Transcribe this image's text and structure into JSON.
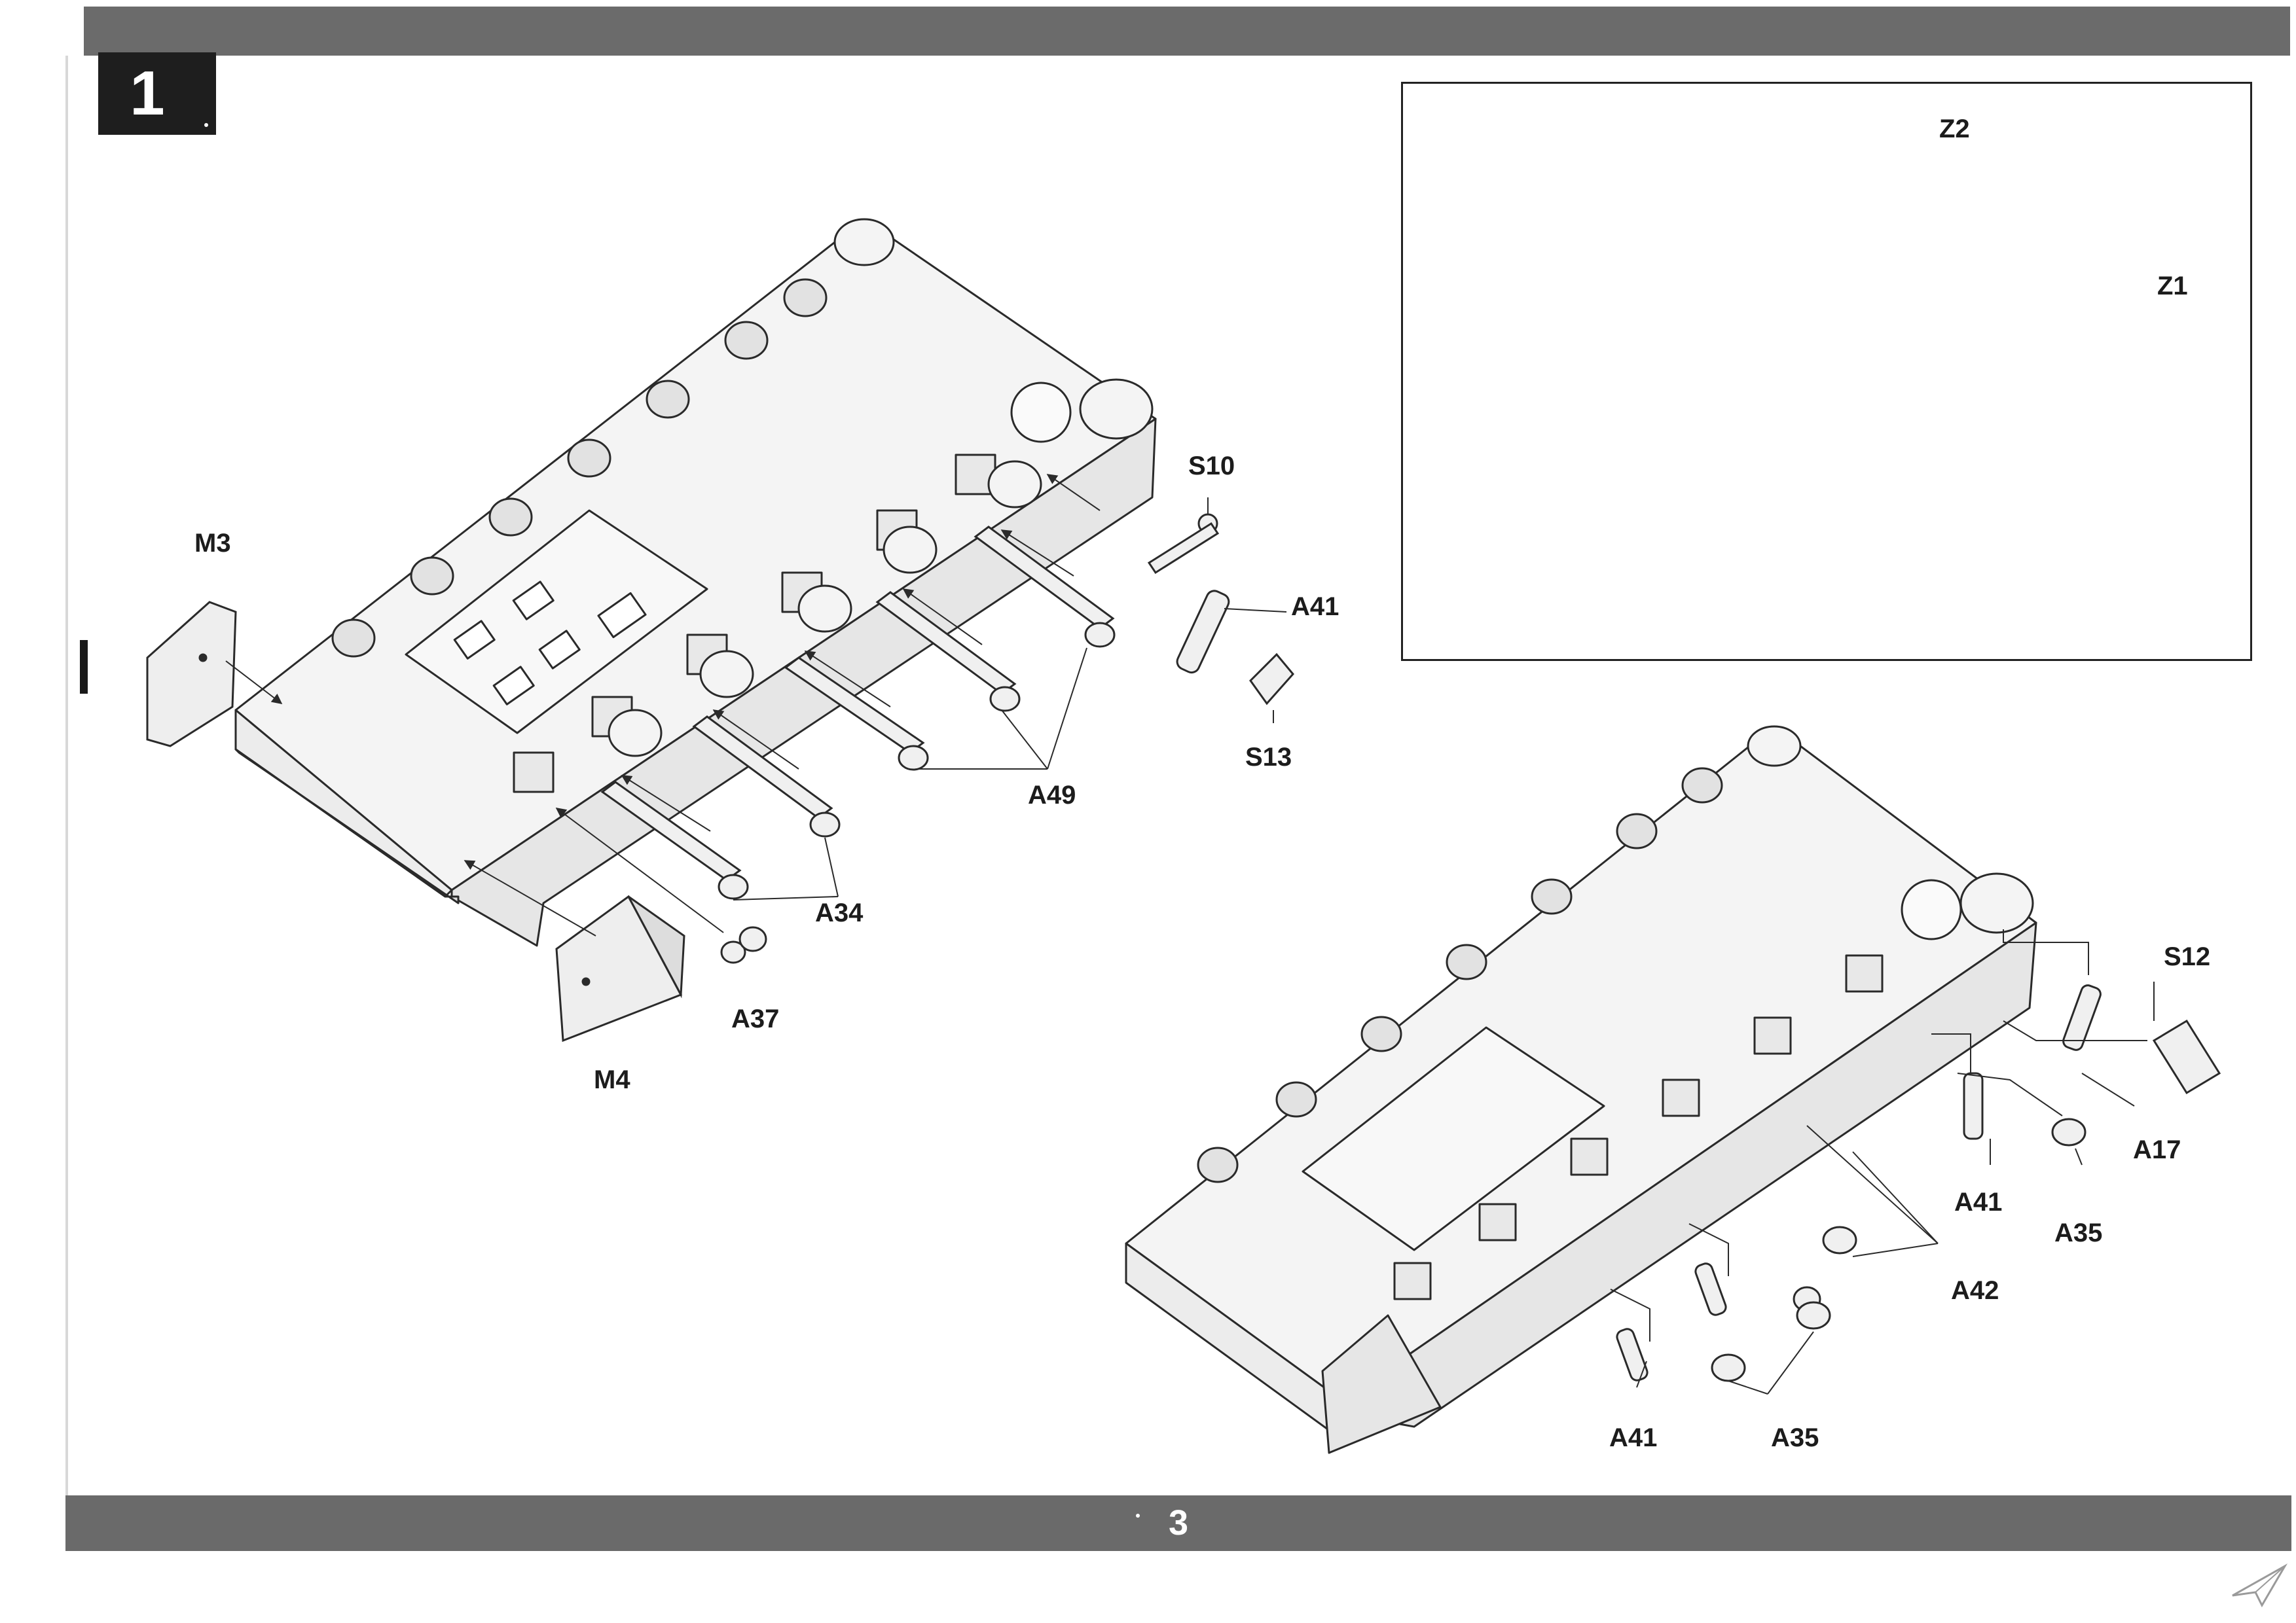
{
  "step": {
    "number": "1"
  },
  "page": {
    "number": "3"
  },
  "callouts": {
    "main": {
      "m3": "M3",
      "m4": "M4",
      "s10": "S10",
      "a41": "A41",
      "s13": "S13",
      "a49": "A49",
      "a34": "A34",
      "a37": "A37"
    },
    "inset": {
      "z2": "Z2",
      "z1": "Z1"
    },
    "result": {
      "s12": "S12",
      "a17": "A17",
      "a41_right": "A41",
      "a35_right": "A35",
      "a42": "A42",
      "a41_bottom": "A41",
      "a35_bottom": "A35"
    }
  },
  "colors": {
    "bars": "#6b6b6b",
    "line": "#2a2a2a",
    "part_fill": "#f2f2f2"
  },
  "icons": {
    "watermark": "paper-plane-logo"
  }
}
